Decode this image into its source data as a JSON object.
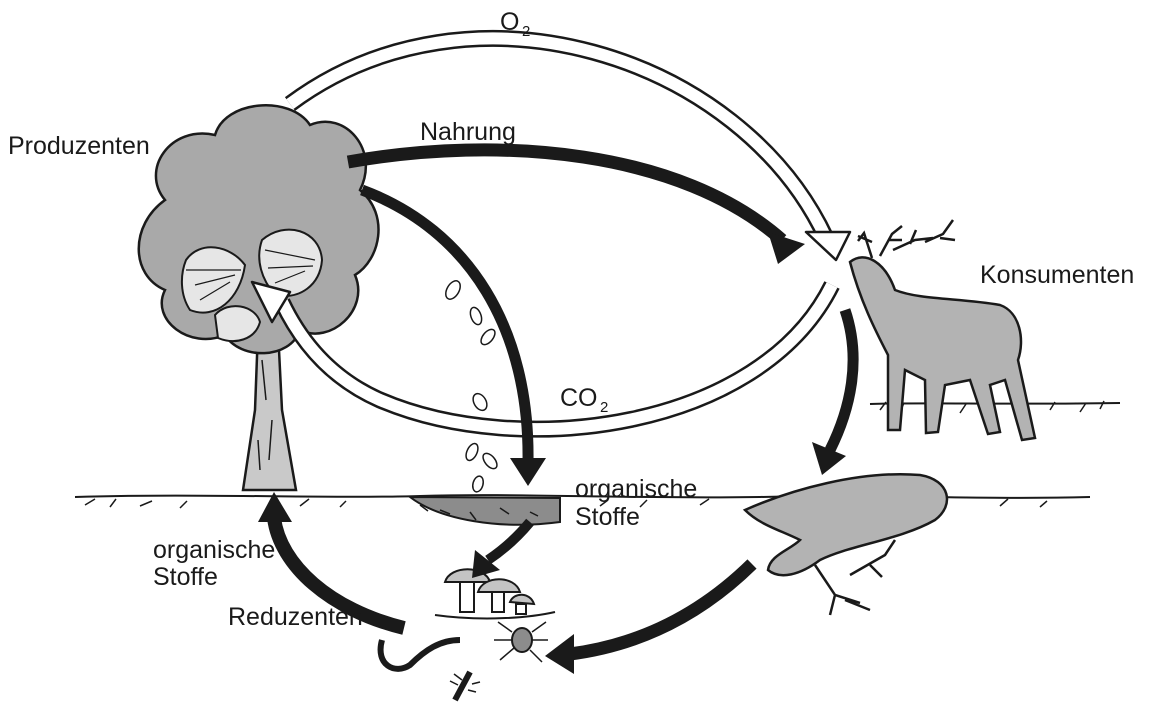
{
  "labels": {
    "o2": "O",
    "o2_sub": "2",
    "produzenten": "Produzenten",
    "nahrung": "Nahrung",
    "konsumenten": "Konsumenten",
    "co2": "CO",
    "co2_sub": "2",
    "organische_stoffe_right_1": "organische",
    "organische_stoffe_right_2": "Stoffe",
    "organische_stoffe_left_1": "organische",
    "organische_stoffe_left_2": "Stoffe",
    "reduzenten": "Reduzenten"
  },
  "colors": {
    "ink": "#1a1a1a",
    "foliage": "#a9a9a9",
    "deer": "#b3b3b3",
    "white_arrow_fill": "#ffffff"
  }
}
